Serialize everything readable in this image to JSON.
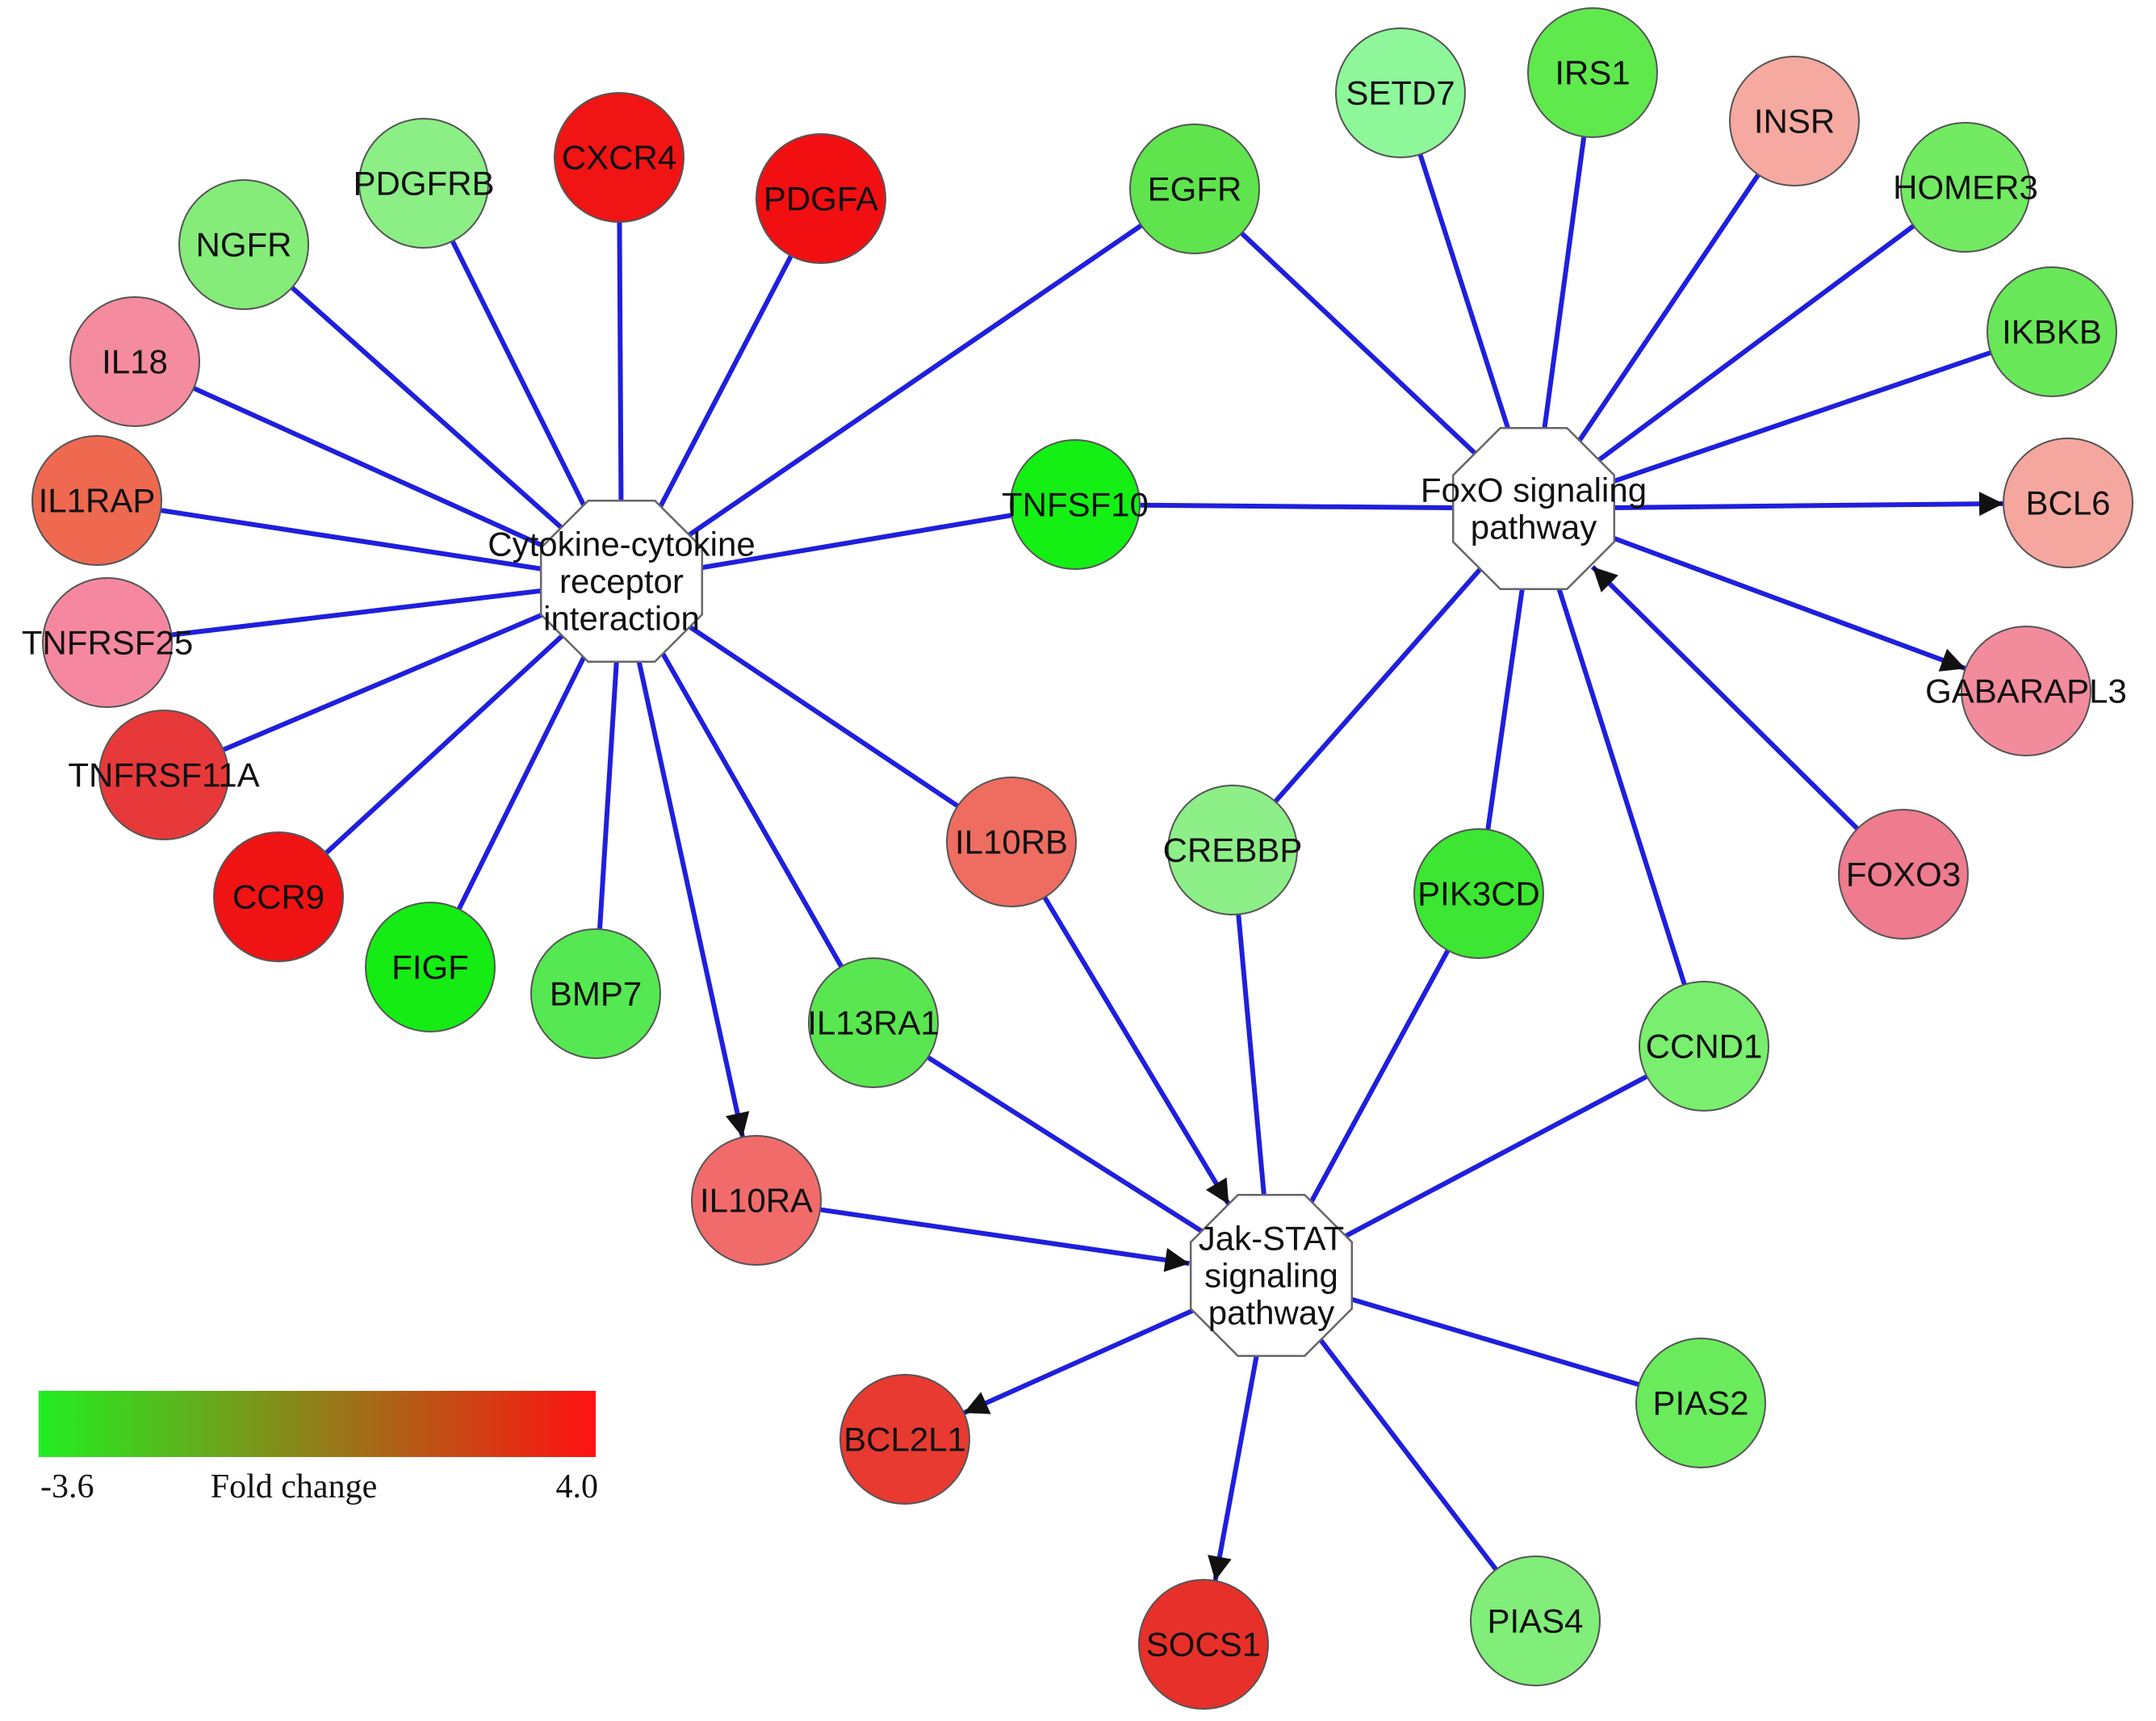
{
  "hubs": [
    {
      "id": "cyto",
      "lines": [
        "Cytokine-cytokine",
        "receptor",
        "interaction"
      ]
    },
    {
      "id": "foxo",
      "lines": [
        "FoxO signaling",
        "pathway"
      ]
    },
    {
      "id": "jak",
      "lines": [
        "Jak-STAT",
        "signaling",
        "pathway"
      ]
    }
  ],
  "genes": [
    {
      "id": "NGFR",
      "label": "NGFR",
      "color": "#85ec7a"
    },
    {
      "id": "PDGFRB",
      "label": "PDGFRB",
      "color": "#8bef86"
    },
    {
      "id": "CXCR4",
      "label": "CXCR4",
      "color": "#f01414"
    },
    {
      "id": "PDGFA",
      "label": "PDGFA",
      "color": "#f20f12"
    },
    {
      "id": "EGFR",
      "label": "EGFR",
      "color": "#5fe44d"
    },
    {
      "id": "SETD7",
      "label": "SETD7",
      "color": "#8ef79a"
    },
    {
      "id": "IRS1",
      "label": "IRS1",
      "color": "#5fe94d"
    },
    {
      "id": "INSR",
      "label": "INSR",
      "color": "#f5a9a0"
    },
    {
      "id": "HOMER3",
      "label": "HOMER3",
      "color": "#72ea62"
    },
    {
      "id": "IKBKB",
      "label": "IKBKB",
      "color": "#68e858"
    },
    {
      "id": "IL18",
      "label": "IL18",
      "color": "#f58b9e"
    },
    {
      "id": "IL1RAP",
      "label": "IL1RAP",
      "color": "#ee6950"
    },
    {
      "id": "TNFRSF25",
      "label": "TNFRSF25",
      "color": "#f588a0"
    },
    {
      "id": "TNFRSF11A",
      "label": "TNFRSF11A",
      "color": "#e8393a"
    },
    {
      "id": "CCR9",
      "label": "CCR9",
      "color": "#ef1313"
    },
    {
      "id": "FIGF",
      "label": "FIGF",
      "color": "#14ec14"
    },
    {
      "id": "BMP7",
      "label": "BMP7",
      "color": "#55e852"
    },
    {
      "id": "TNFSF10",
      "label": "TNFSF10",
      "color": "#14f014"
    },
    {
      "id": "BCL6",
      "label": "BCL6",
      "color": "#f5a79f"
    },
    {
      "id": "GABARAPL3",
      "label": "GABARAPL3",
      "color": "#f28c9c"
    },
    {
      "id": "FOXO3",
      "label": "FOXO3",
      "color": "#ee7b8e"
    },
    {
      "id": "IL10RB",
      "label": "IL10RB",
      "color": "#ee6d60"
    },
    {
      "id": "CREBBP",
      "label": "CREBBP",
      "color": "#8def88"
    },
    {
      "id": "PIK3CD",
      "label": "PIK3CD",
      "color": "#3de632"
    },
    {
      "id": "IL13RA1",
      "label": "IL13RA1",
      "color": "#5ae650"
    },
    {
      "id": "CCND1",
      "label": "CCND1",
      "color": "#7aee6e"
    },
    {
      "id": "IL10RA",
      "label": "IL10RA",
      "color": "#f26b6b"
    },
    {
      "id": "BCL2L1",
      "label": "BCL2L1",
      "color": "#e83a30"
    },
    {
      "id": "PIAS2",
      "label": "PIAS2",
      "color": "#6aeb5c"
    },
    {
      "id": "PIAS4",
      "label": "PIAS4",
      "color": "#80ee78"
    },
    {
      "id": "SOCS1",
      "label": "SOCS1",
      "color": "#e8302a"
    }
  ],
  "edges": [
    {
      "from": "cyto",
      "to": "NGFR",
      "arrow": false
    },
    {
      "from": "cyto",
      "to": "PDGFRB",
      "arrow": false
    },
    {
      "from": "cyto",
      "to": "CXCR4",
      "arrow": false
    },
    {
      "from": "cyto",
      "to": "PDGFA",
      "arrow": false
    },
    {
      "from": "cyto",
      "to": "EGFR",
      "arrow": false
    },
    {
      "from": "cyto",
      "to": "IL18",
      "arrow": false
    },
    {
      "from": "cyto",
      "to": "IL1RAP",
      "arrow": false
    },
    {
      "from": "cyto",
      "to": "TNFRSF25",
      "arrow": false
    },
    {
      "from": "cyto",
      "to": "TNFRSF11A",
      "arrow": false
    },
    {
      "from": "cyto",
      "to": "CCR9",
      "arrow": false
    },
    {
      "from": "cyto",
      "to": "FIGF",
      "arrow": false
    },
    {
      "from": "cyto",
      "to": "BMP7",
      "arrow": false
    },
    {
      "from": "cyto",
      "to": "TNFSF10",
      "arrow": false
    },
    {
      "from": "cyto",
      "to": "IL13RA1",
      "arrow": false
    },
    {
      "from": "cyto",
      "to": "IL10RB",
      "arrow": false
    },
    {
      "from": "cyto",
      "to": "IL10RA",
      "arrow": true
    },
    {
      "from": "foxo",
      "to": "EGFR",
      "arrow": false
    },
    {
      "from": "foxo",
      "to": "SETD7",
      "arrow": false
    },
    {
      "from": "foxo",
      "to": "IRS1",
      "arrow": false
    },
    {
      "from": "foxo",
      "to": "INSR",
      "arrow": false
    },
    {
      "from": "foxo",
      "to": "HOMER3",
      "arrow": false
    },
    {
      "from": "foxo",
      "to": "IKBKB",
      "arrow": false
    },
    {
      "from": "foxo",
      "to": "TNFSF10",
      "arrow": false
    },
    {
      "from": "foxo",
      "to": "BCL6",
      "arrow": true
    },
    {
      "from": "foxo",
      "to": "GABARAPL3",
      "arrow": true
    },
    {
      "from": "FOXO3",
      "to": "foxo",
      "arrow": true
    },
    {
      "from": "foxo",
      "to": "CREBBP",
      "arrow": false
    },
    {
      "from": "foxo",
      "to": "PIK3CD",
      "arrow": false
    },
    {
      "from": "foxo",
      "to": "CCND1",
      "arrow": false
    },
    {
      "from": "IL10RB",
      "to": "jak",
      "arrow": true
    },
    {
      "from": "IL10RA",
      "to": "jak",
      "arrow": true
    },
    {
      "from": "jak",
      "to": "CREBBP",
      "arrow": false
    },
    {
      "from": "jak",
      "to": "PIK3CD",
      "arrow": false
    },
    {
      "from": "jak",
      "to": "IL13RA1",
      "arrow": false
    },
    {
      "from": "jak",
      "to": "CCND1",
      "arrow": false
    },
    {
      "from": "jak",
      "to": "BCL2L1",
      "arrow": true
    },
    {
      "from": "jak",
      "to": "SOCS1",
      "arrow": true
    },
    {
      "from": "jak",
      "to": "PIAS2",
      "arrow": false
    },
    {
      "from": "jak",
      "to": "PIAS4",
      "arrow": false
    }
  ],
  "legend": {
    "title": "Fold change",
    "min_label": "-3.6",
    "max_label": "4.0",
    "min_value": -3.6,
    "max_value": 4.0,
    "min_color": "#22ee22",
    "max_color": "#ff1111"
  }
}
